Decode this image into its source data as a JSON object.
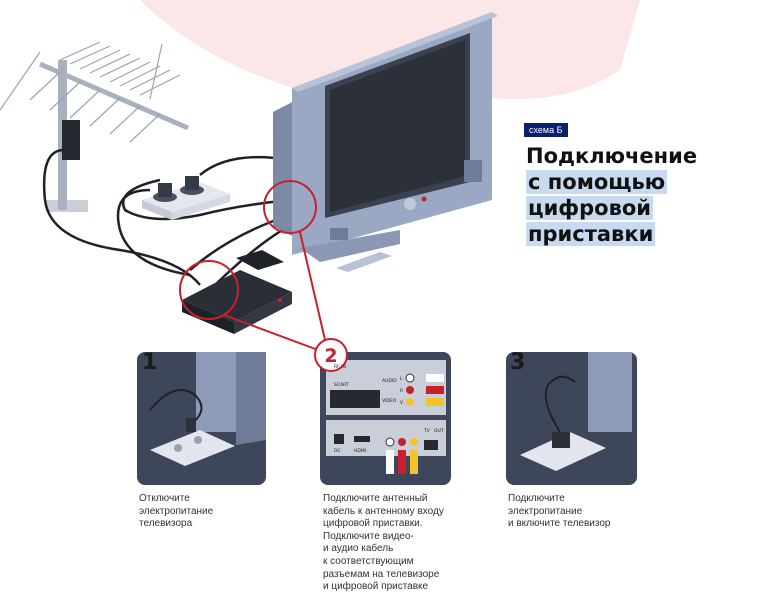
{
  "badge": "схема Б",
  "title_lines": [
    "Подключение",
    "с помощью",
    "цифровой",
    "приставки"
  ],
  "callout_number": "2",
  "steps": [
    {
      "number": "1",
      "caption": "Отключите\nэлектропитание\nтелевизора"
    },
    {
      "number": "2",
      "caption": "Подключите антенный\nкабель к антенному входу\nцифровой приставки.\nПодключите видео-\nи аудио кабель\nк соответствующим\nразъемам на телевизоре\nи цифровой приставке"
    },
    {
      "number": "3",
      "caption": "Подключите\nэлектропитание\nи включите телевизор"
    }
  ],
  "panel2_labels": {
    "rf_in": "RF IN",
    "scart": "SCART",
    "audio": "AUDIO",
    "video": "VIDEO",
    "l": "L",
    "r": "R",
    "v": "V",
    "dc": "DC",
    "hdmi": "HDMI",
    "tv": "TV",
    "out": "OUT"
  },
  "colors": {
    "accent_red": "#c8202c",
    "badge_bg": "#0a1f6e",
    "highlight": "#c7daf0",
    "tv_body": "#9aa8c4",
    "panel_bg": "#3e465a"
  }
}
